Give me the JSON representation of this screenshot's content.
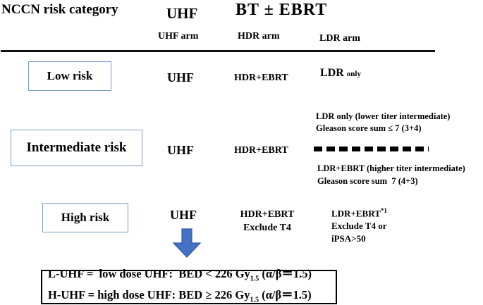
{
  "header": {
    "risk_col_title": "NCCN risk category",
    "uhf_group_title": "UHF",
    "bt_group_title": "BT ± EBRT",
    "arm_uhf": "UHF arm",
    "arm_hdr": "HDR arm",
    "arm_ldr": "LDR arm"
  },
  "rows": {
    "low": {
      "label": "Low risk",
      "uhf": "UHF",
      "hdr": "HDR+EBRT",
      "ldr_main": "LDR ",
      "ldr_small": "only"
    },
    "intermediate": {
      "label": "Intermediate risk",
      "uhf": "UHF",
      "hdr": "HDR+EBRT",
      "ldr_upper_title": "LDR only (lower titer intermediate)",
      "ldr_upper_detail": "Gleason score sum ≤ 7 (3+4)",
      "ldr_lower_title": "LDR+EBRT (higher titer intermediate)",
      "ldr_lower_detail": "Gleason score sum  7 (4+3)"
    },
    "high": {
      "label": "High risk",
      "uhf": "UHF",
      "hdr_line1": "HDR+EBRT",
      "hdr_line2": "Exclude T4",
      "ldr_main": "LDR+EBRT",
      "ldr_sup": "*1",
      "ldr_note1": "Exclude T4 or",
      "ldr_note2": "iPSA>50"
    }
  },
  "legend": {
    "line1": {
      "pre": "L-UHF =  low dose UHF:  BED < 226 Gy",
      "sub": "1.5",
      "post": " (α/β＝1.5)"
    },
    "line2": {
      "pre": "H-UHF = high dose UHF: BED ≥ 226 Gy",
      "sub": "1.5",
      "post": " (α/β＝1.5)"
    }
  },
  "colors": {
    "arrow_fill": "#4472c4",
    "arrow_edge": "#2e5aa8",
    "risk_box_border": "#7d99c9",
    "text": "#000000"
  }
}
